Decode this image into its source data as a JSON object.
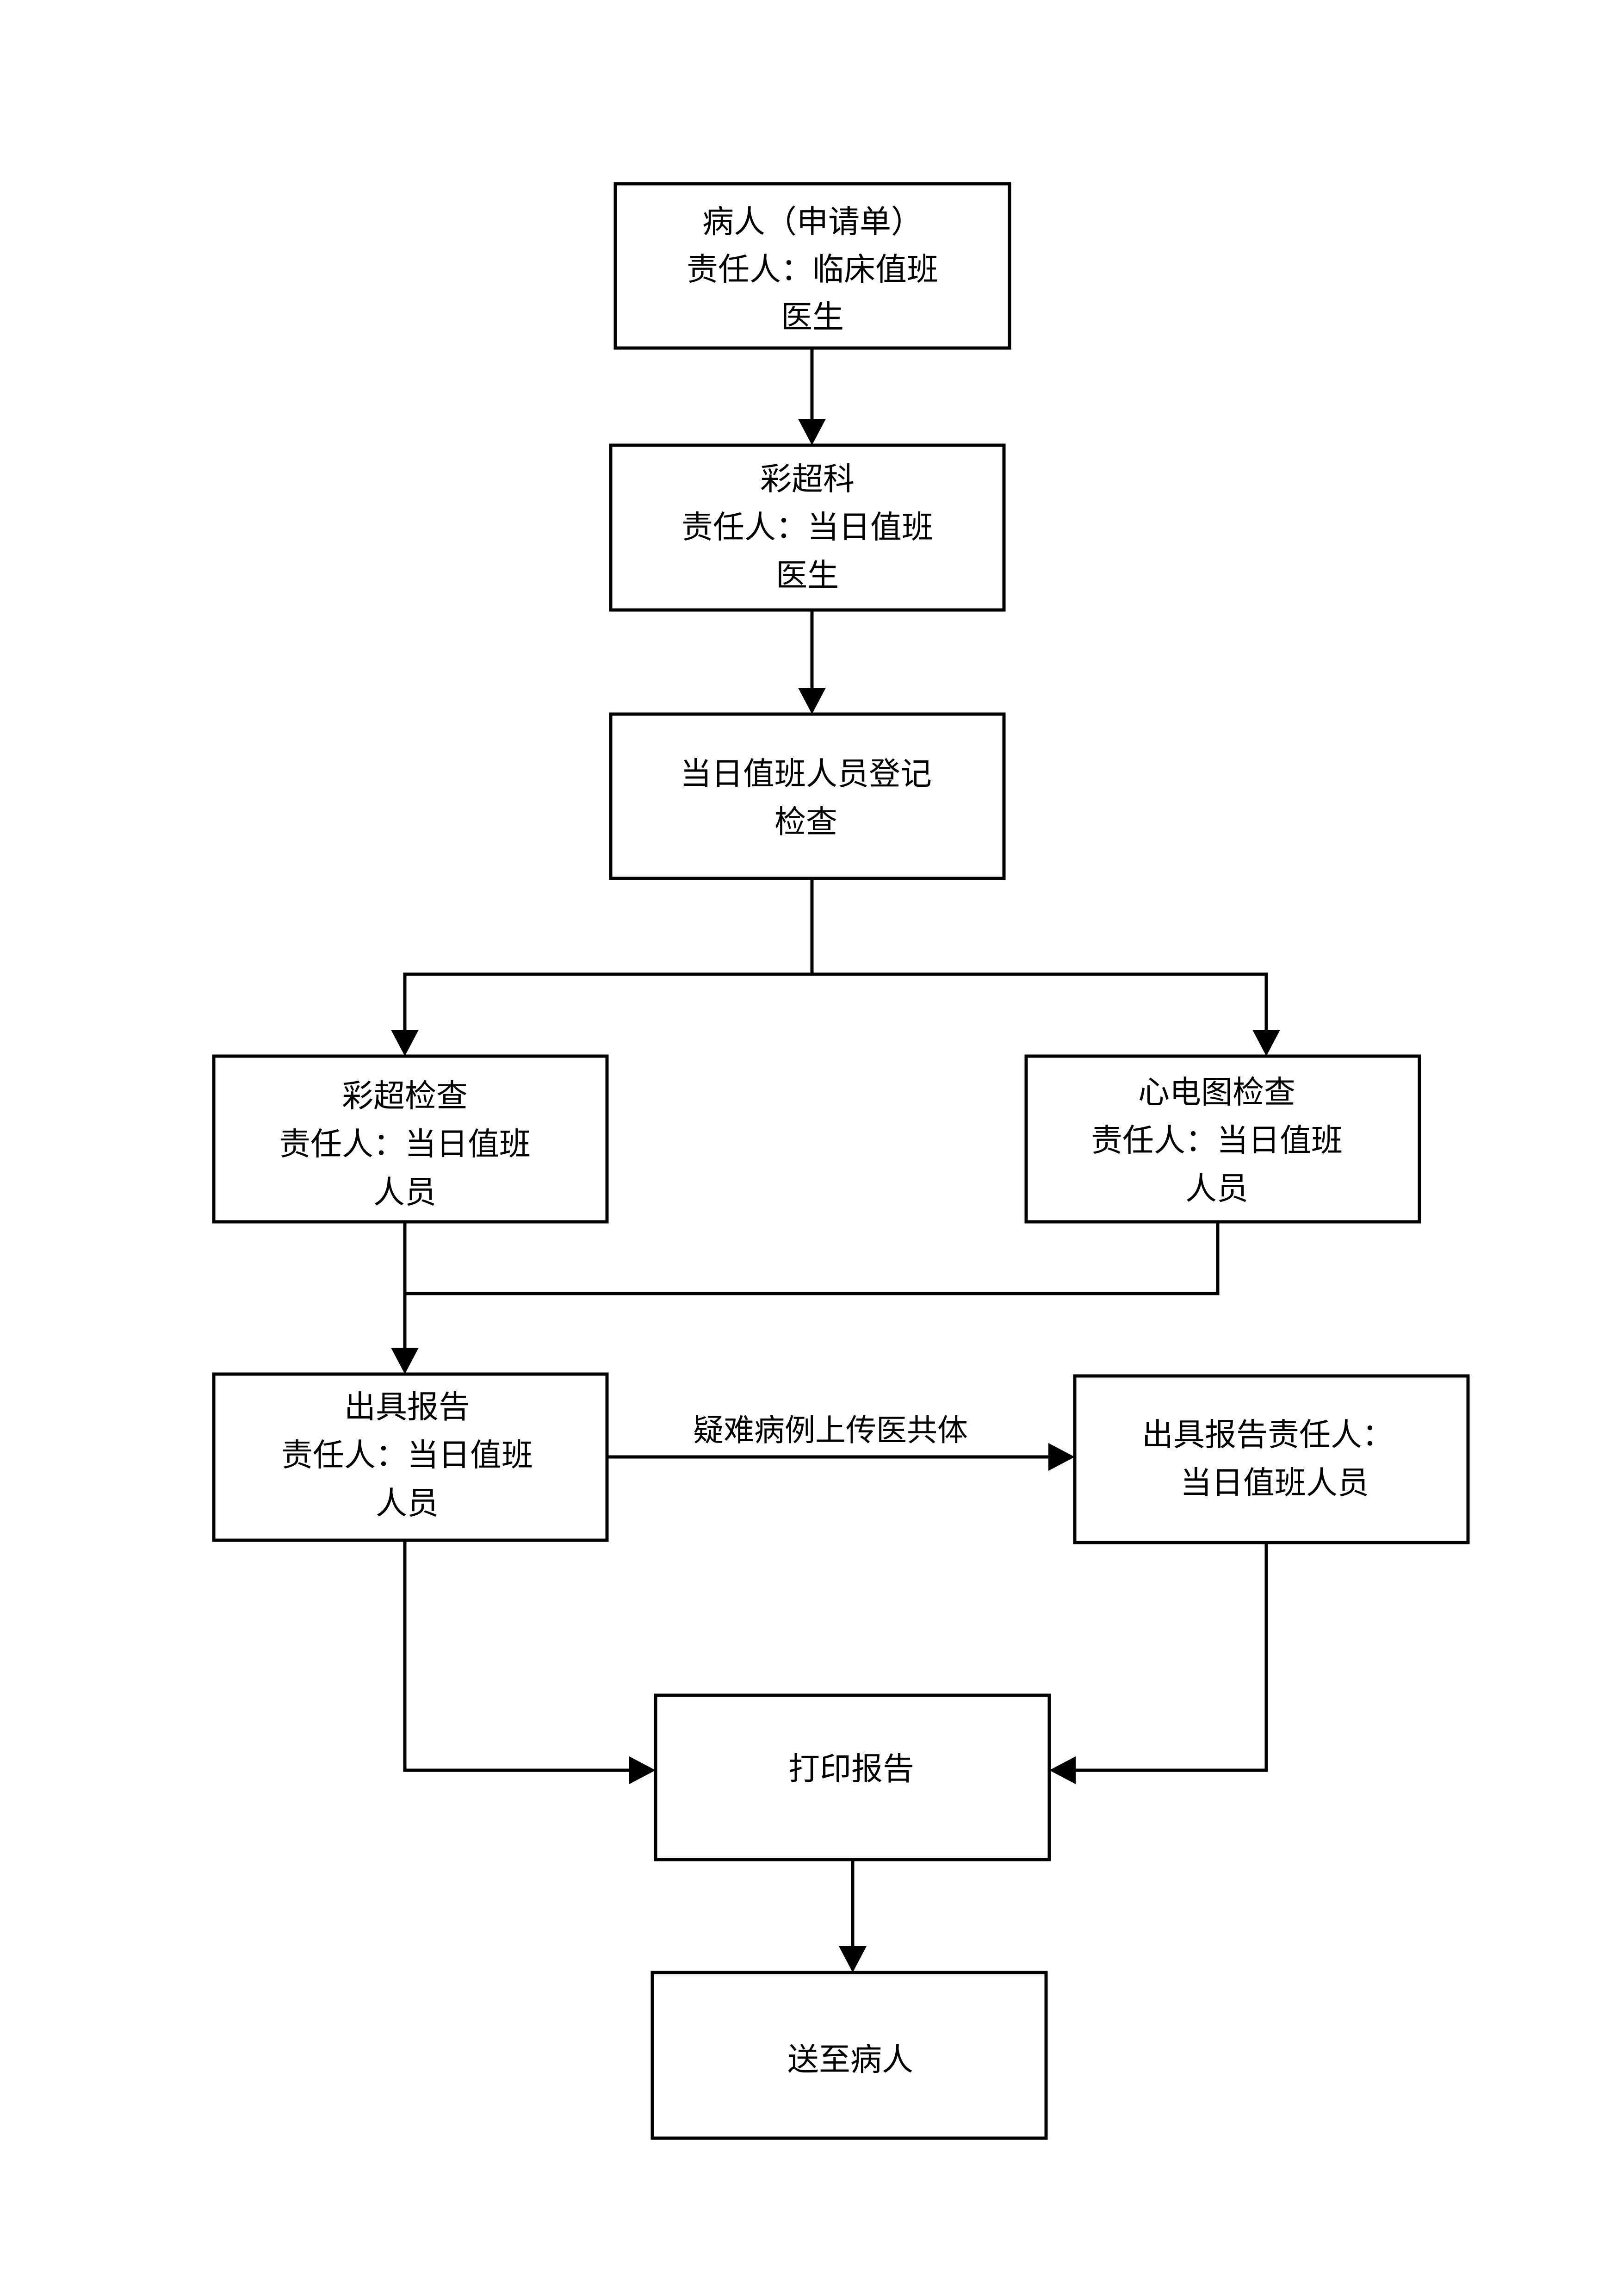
{
  "colors": {
    "stroke": "#000000",
    "fill": "#ffffff",
    "text": "#000000"
  },
  "nodes": {
    "patient_request": {
      "lines": [
        "病人（申请单）",
        "责任人：临床值班",
        "医生"
      ]
    },
    "ultrasound_dept": {
      "lines": [
        "彩超科",
        "责任人：当日值班",
        "医生"
      ]
    },
    "register_exam": {
      "lines": [
        "当日值班人员登记",
        "检查"
      ]
    },
    "ultrasound_exam": {
      "lines": [
        "彩超检查",
        "责任人：当日值班",
        "人员"
      ]
    },
    "ecg_exam": {
      "lines": [
        "心电图检查",
        "责任人：当日值班",
        "人员"
      ]
    },
    "issue_report": {
      "lines": [
        "出具报告",
        "责任人：当日值班",
        "人员"
      ]
    },
    "issue_report_responsible": {
      "lines": [
        "出具报告责任人：",
        "当日值班人员"
      ]
    },
    "print_report": {
      "lines": [
        "打印报告"
      ]
    },
    "deliver_patient": {
      "lines": [
        "送至病人"
      ]
    }
  },
  "edge_labels": {
    "difficult_cases": "疑难病例上传医共体"
  }
}
